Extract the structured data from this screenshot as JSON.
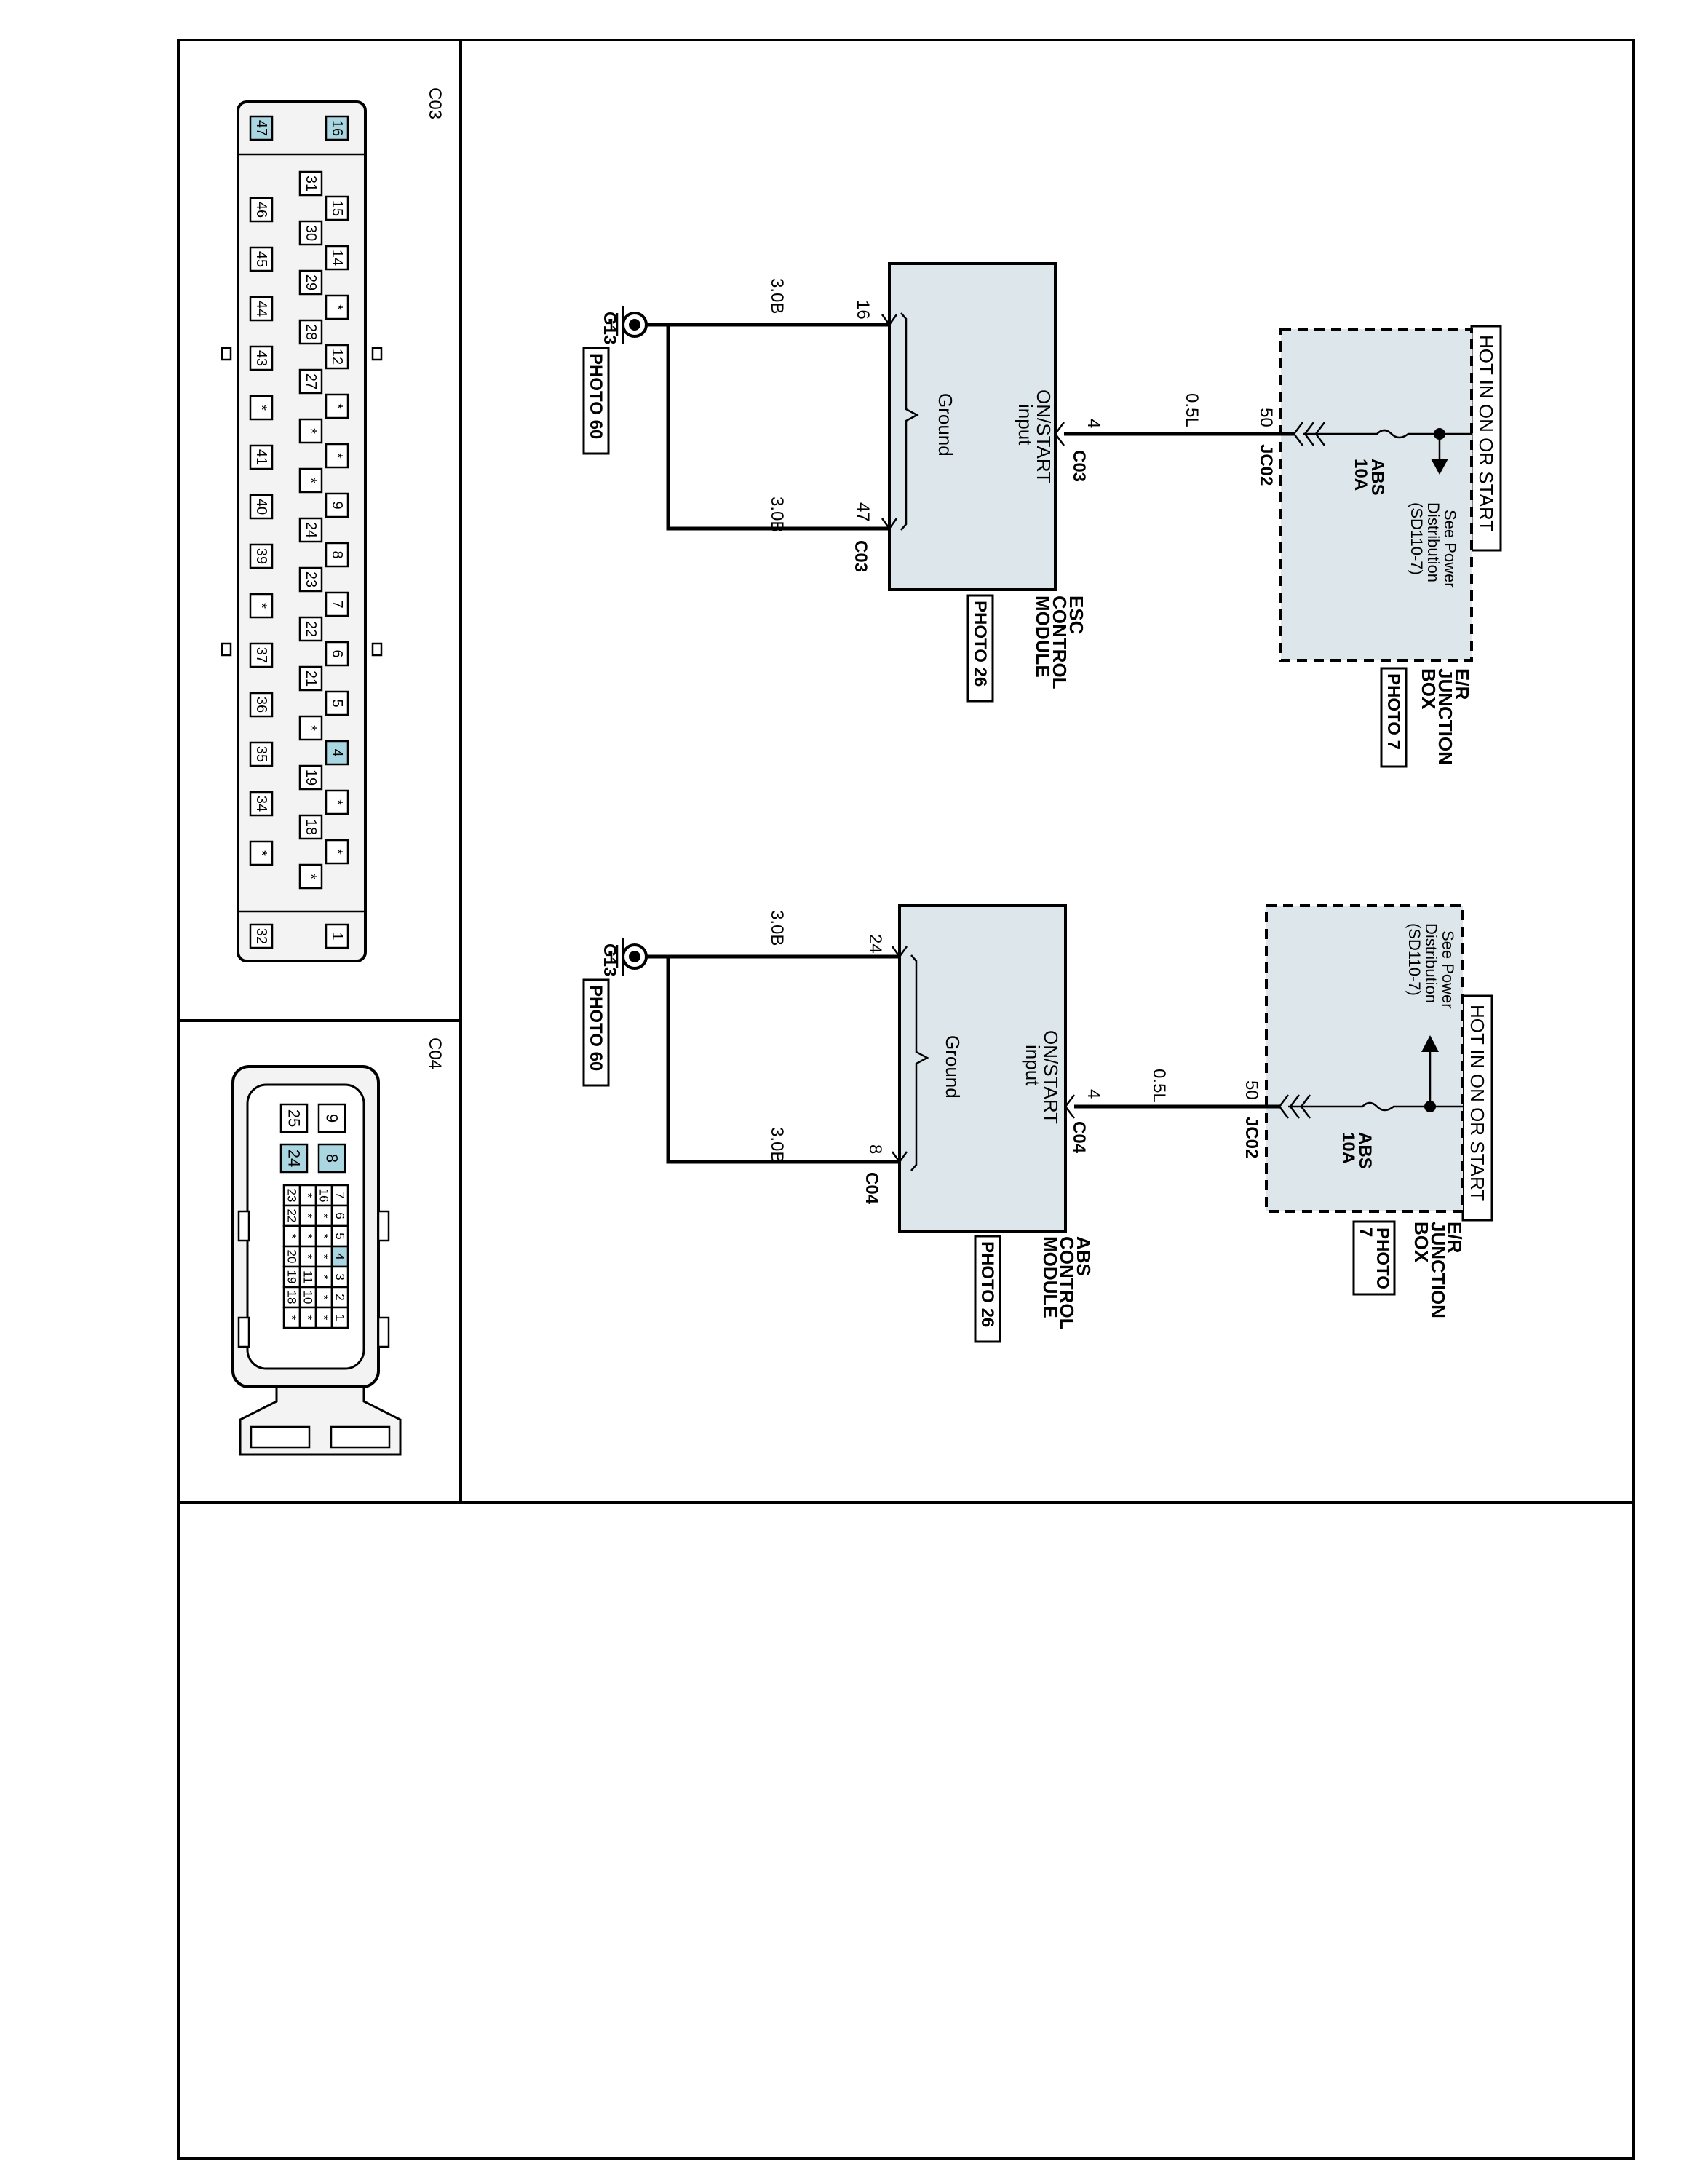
{
  "connectors": {
    "c03": {
      "label": "C03",
      "top_row": [
        "47",
        "16"
      ],
      "row_a": [
        "46",
        "45",
        "44",
        "43",
        "*",
        "41",
        "40",
        "39",
        "*",
        "37",
        "36",
        "35",
        "34",
        "*"
      ],
      "row_b": [
        "31",
        "30",
        "29",
        "28",
        "27",
        "*",
        "*",
        "24",
        "23",
        "22",
        "21",
        "*",
        "19",
        "18",
        "*"
      ],
      "row_c": [
        "15",
        "14",
        "*",
        "12",
        "*",
        "*",
        "9",
        "8",
        "7",
        "6",
        "5",
        "4",
        "*",
        "*"
      ],
      "bottom_row": [
        "32",
        "1"
      ]
    },
    "c04": {
      "label": "C04",
      "row_outer": [
        "25",
        "24",
        "9",
        "8"
      ],
      "row_inner_1": [
        "16",
        "*",
        "*",
        "*",
        "*",
        "*",
        "*"
      ],
      "row_inner_2": [
        "7",
        "6",
        "5",
        "4",
        "3",
        "2",
        "1"
      ],
      "row_inner_3": [
        "23",
        "22",
        "*",
        "20",
        "19",
        "18",
        "*"
      ],
      "row_inner_4": [
        "*",
        "*",
        "*",
        "*",
        "11",
        "10",
        "*"
      ]
    }
  },
  "circuit_esc": {
    "hot_label": "HOT IN ON OR START",
    "power_ref": [
      "See Power",
      "Distribution",
      "(SD110-7)"
    ],
    "fuse_name": "ABS",
    "fuse_rating": "10A",
    "jb_name": [
      "E/R",
      "JUNCTION",
      "BOX"
    ],
    "jb_photo": "PHOTO 7",
    "jb_pin": "50",
    "jb_conn": "JC02",
    "wire_color": "0.5L",
    "module_pin": "4",
    "module_conn": "C03",
    "module_input": [
      "ON/START",
      "input"
    ],
    "module_ground": "Ground",
    "module_name": [
      "ESC",
      "CONTROL",
      "MODULE"
    ],
    "module_photo": "PHOTO 26",
    "gnd_pin_a": "16",
    "gnd_pin_b": "47",
    "gnd_conn": "C03",
    "gnd_wire_a": "3.0B",
    "gnd_wire_b": "3.0B",
    "ground_name": "G13",
    "ground_photo": "PHOTO 60"
  },
  "circuit_abs": {
    "hot_label": "HOT IN ON OR START",
    "power_ref": [
      "See Power",
      "Distribution",
      "(SD110-7)"
    ],
    "fuse_name": "ABS",
    "fuse_rating": "10A",
    "jb_name": [
      "E/R",
      "JUNCTION",
      "BOX"
    ],
    "jb_photo": [
      "PHOTO",
      "7"
    ],
    "jb_pin": "50",
    "jb_conn": "JC02",
    "wire_color": "0.5L",
    "module_pin": "4",
    "module_conn": "C04",
    "module_input": [
      "ON/START",
      "input"
    ],
    "module_ground": "Ground",
    "module_name": [
      "ABS",
      "CONTROL",
      "MODULE"
    ],
    "module_photo": "PHOTO 26",
    "gnd_pin_a": "24",
    "gnd_pin_b": "8",
    "gnd_conn": "C04",
    "gnd_wire_a": "3.0B",
    "gnd_wire_b": "3.0B",
    "ground_name": "G13",
    "ground_photo": "PHOTO 60"
  }
}
